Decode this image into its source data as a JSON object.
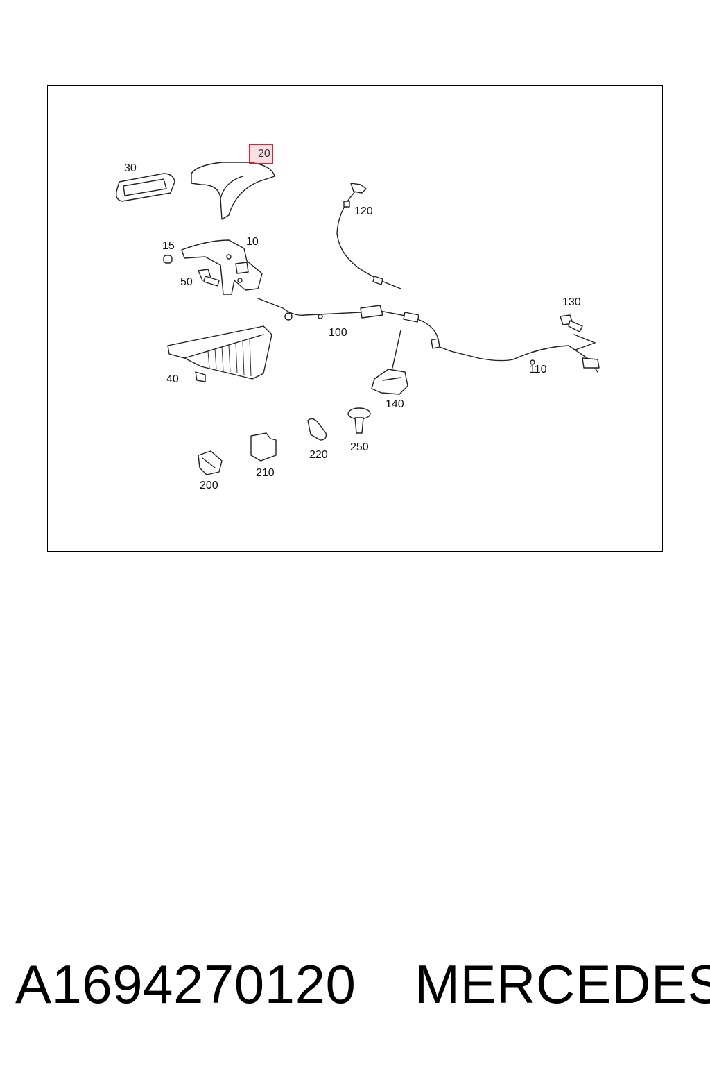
{
  "callouts": {
    "c10": "10",
    "c15": "15",
    "c20": "20",
    "c30": "30",
    "c40": "40",
    "c50": "50",
    "c100": "100",
    "c110": "110",
    "c120": "120",
    "c130": "130",
    "c140": "140",
    "c200": "200",
    "c210": "210",
    "c220": "220",
    "c250": "250"
  },
  "highlight_color": "#e02030",
  "footer": {
    "part_number": "A1694270120",
    "brand": "MERCEDES"
  }
}
